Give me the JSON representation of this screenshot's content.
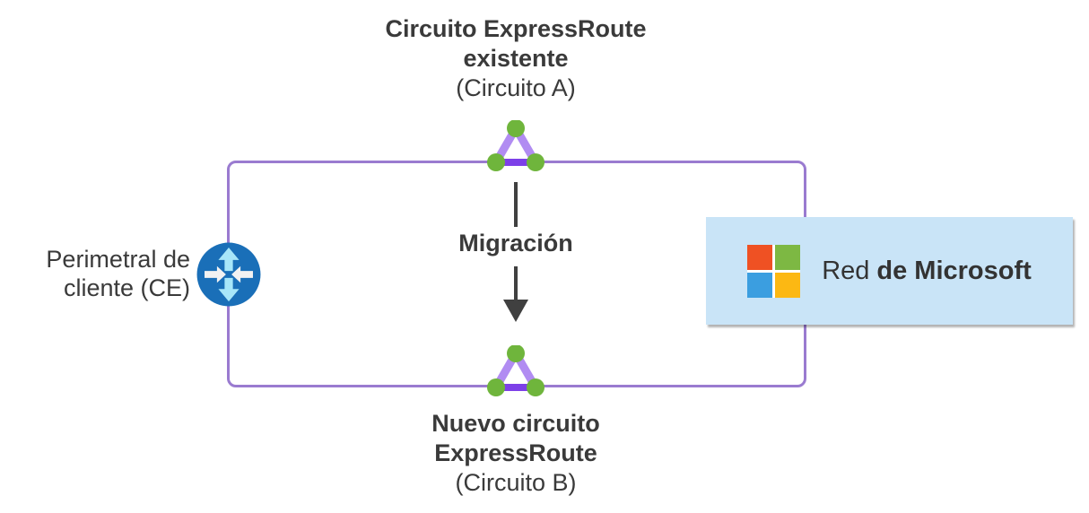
{
  "colors": {
    "text": "#3a3a3a",
    "arrow": "#404040",
    "rect_border": "#9a7bd0",
    "box_bg": "#c9e4f7",
    "triangle_side": "#b18cf2",
    "triangle_base": "#7d40e8",
    "node_green": "#6fb53c",
    "router_blue": "#1a6fb8",
    "router_arrow_vertical": "#a7e6f9",
    "router_arrow_horizontal": "#f2f2f2",
    "ms_red": "#ef5123",
    "ms_green": "#7db843",
    "ms_blue": "#3b9ee0",
    "ms_yellow": "#fcb813"
  },
  "icons": {
    "expressroute_circuit": "triangle-with-green-nodes",
    "customer_edge_router": "blue-circle-with-four-arrows",
    "microsoft_logo": "four-color-squares"
  },
  "existing_circuit": {
    "title_line1": "Circuito ExpressRoute",
    "title_line2": "existente",
    "subtitle": "(Circuito A)"
  },
  "new_circuit": {
    "title_line1": "Nuevo circuito",
    "title_line2": "ExpressRoute",
    "subtitle": "(Circuito B)"
  },
  "customer_edge": {
    "label_line1": "Perimetral de",
    "label_line2": "cliente (CE)"
  },
  "migration": {
    "label": "Migración"
  },
  "microsoft_network": {
    "label_regular": "Red",
    "label_bold": "de Microsoft"
  }
}
